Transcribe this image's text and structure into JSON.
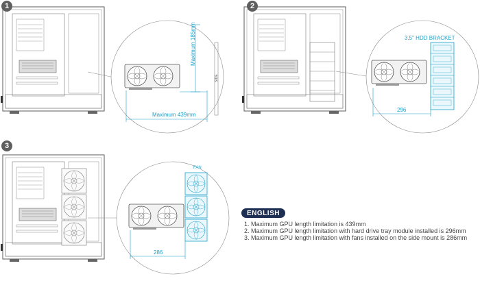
{
  "steps": [
    "1",
    "2",
    "3"
  ],
  "panel1": {
    "max_height_label": "Maximum 185mm",
    "max_length_label": "Maximum 439mm",
    "side_label": "SIDE"
  },
  "panel2": {
    "bracket_label": "3.5\" HDD BRACKET",
    "length_label": "296"
  },
  "panel3": {
    "fan_label": "FAN",
    "length_label": "286"
  },
  "language_badge": "ENGLISH",
  "notes": [
    "1. Maximum GPU length limitation is 439mm",
    "2. Maximum GPU length limitation with hard drive tray module installed is 296mm",
    "3. Maximum GPU length limitation with fans installed on the side mount is 286mm"
  ],
  "colors": {
    "line": "#5a5a5a",
    "accent": "#1aa0c8",
    "badge": "#1d2f52",
    "step": "#5f5f5f"
  }
}
